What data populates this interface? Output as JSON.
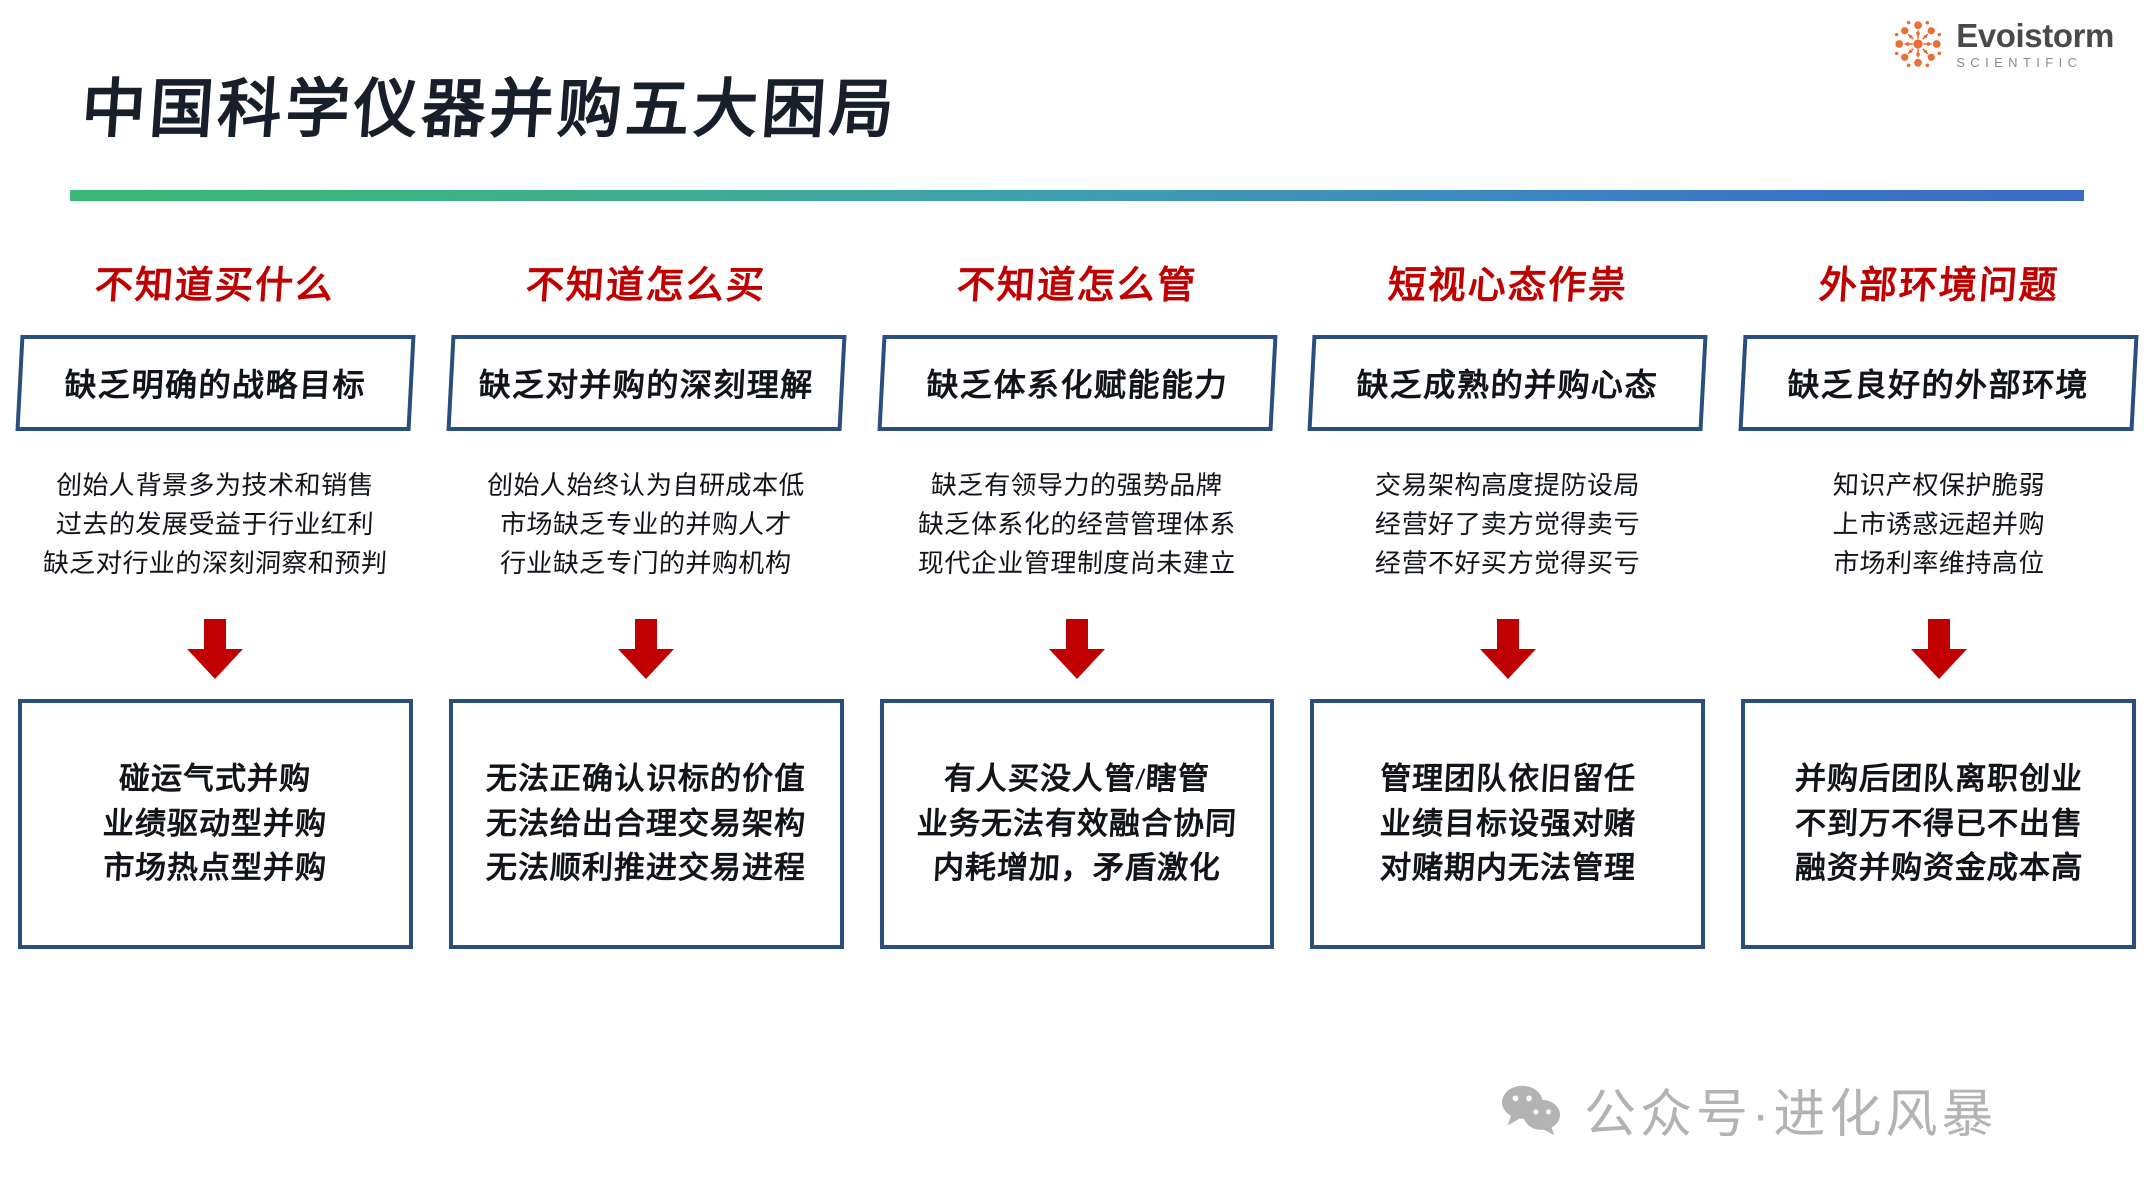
{
  "brand": {
    "name": "Evoistorm",
    "subtitle": "SCIENTIFIC",
    "mark_color": "#ED6D37",
    "name_color": "#4a4a4a"
  },
  "header": {
    "title": "中国科学仪器并购五大困局",
    "rule_gradient_from": "#3cb878",
    "rule_gradient_to": "#3a6cc4"
  },
  "theme": {
    "heading_red": "#c00000",
    "box_border_blue": "#2a4e7e",
    "arrow_red": "#c00000",
    "text_dark": "#111418"
  },
  "columns": [
    {
      "heading": "不知道买什么",
      "problem": "缺乏明确的战略目标",
      "causes": [
        "创始人背景多为技术和销售",
        "过去的发展受益于行业红利",
        "缺乏对行业的深刻洞察和预判"
      ],
      "results": [
        "碰运气式并购",
        "业绩驱动型并购",
        "市场热点型并购"
      ]
    },
    {
      "heading": "不知道怎么买",
      "problem": "缺乏对并购的深刻理解",
      "causes": [
        "创始人始终认为自研成本低",
        "市场缺乏专业的并购人才",
        "行业缺乏专门的并购机构"
      ],
      "results": [
        "无法正确认识标的价值",
        "无法给出合理交易架构",
        "无法顺利推进交易进程"
      ]
    },
    {
      "heading": "不知道怎么管",
      "problem": "缺乏体系化赋能能力",
      "causes": [
        "缺乏有领导力的强势品牌",
        "缺乏体系化的经营管理体系",
        "现代企业管理制度尚未建立"
      ],
      "results": [
        "有人买没人管/瞎管",
        "业务无法有效融合协同",
        "内耗增加，矛盾激化"
      ]
    },
    {
      "heading": "短视心态作祟",
      "problem": "缺乏成熟的并购心态",
      "causes": [
        "交易架构高度提防设局",
        "经营好了卖方觉得卖亏",
        "经营不好买方觉得买亏"
      ],
      "results": [
        "管理团队依旧留任",
        "业绩目标设强对赌",
        "对赌期内无法管理"
      ]
    },
    {
      "heading": "外部环境问题",
      "problem": "缺乏良好的外部环境",
      "causes": [
        "知识产权保护脆弱",
        "上市诱惑远超并购",
        "市场利率维持高位"
      ],
      "results": [
        "并购后团队离职创业",
        "不到万不得已不出售",
        "融资并购资金成本高"
      ]
    }
  ],
  "watermark": {
    "text": "公众号·进化风暴",
    "icon": "wechat-icon",
    "color": "#b3b3b3"
  }
}
